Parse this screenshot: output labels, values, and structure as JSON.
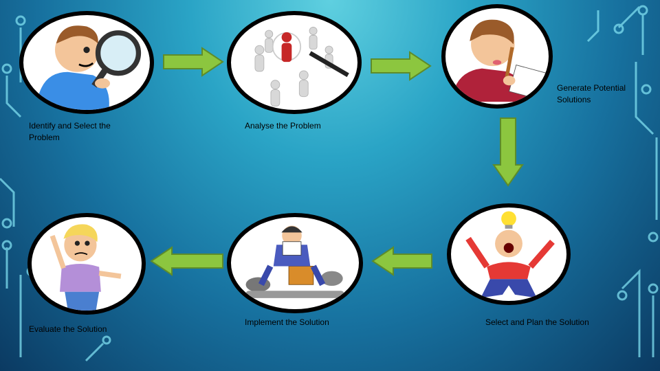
{
  "steps": [
    {
      "id": "identify",
      "label": "Identify and Select the Problem",
      "icon": "magnifier-boy-icon"
    },
    {
      "id": "analyse",
      "label": "Analyse the Problem",
      "icon": "network-people-icon"
    },
    {
      "id": "generate",
      "label": "Generate Potential Solutions",
      "icon": "writing-boy-icon"
    },
    {
      "id": "select",
      "label": "Select and Plan the Solution",
      "icon": "lightbulb-man-icon"
    },
    {
      "id": "implement",
      "label": "Implement the Solution",
      "icon": "tools-man-icon"
    },
    {
      "id": "evaluate",
      "label": "Evaluate the Solution",
      "icon": "thinking-boy-icon"
    }
  ],
  "colors": {
    "arrow_fill": "#8cc63f",
    "arrow_stroke": "#5e8c2a",
    "circle_border": "#000000",
    "background_top": "#5fd0e0",
    "background_bottom": "#0b3a62"
  }
}
